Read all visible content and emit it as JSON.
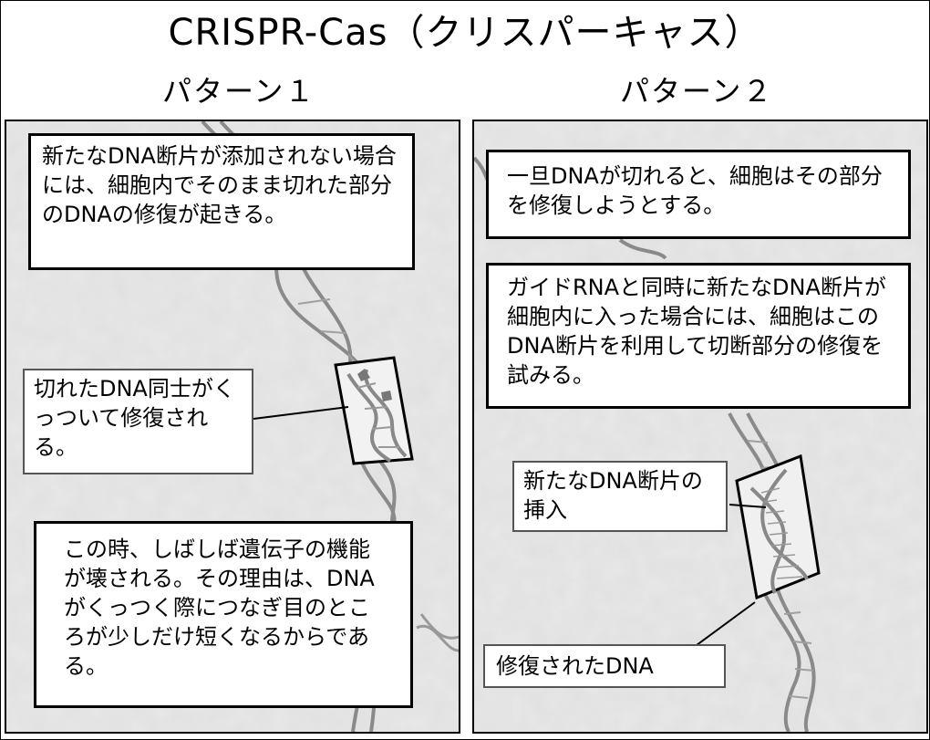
{
  "title": "CRISPR-Cas（クリスパーキャス）",
  "pattern1": {
    "heading": "パターン１",
    "box_top": "新たなDNA断片が添加されない場合には、細胞内でそのまま切れた部分のDNAの修復が起きる。",
    "label_repair": "切れたDNA同士がくっついて修復される。",
    "box_bottom": "この時、しばしば遺伝子の機能が壊される。その理由は、DNAがくっつく際につなぎ目のところが少しだけ短くなるからである。"
  },
  "pattern2": {
    "heading": "パターン２",
    "box_top": "一旦DNAが切れると、細胞はその部分を修復しようとする。",
    "box_middle": "ガイドRNAと同時に新たなDNA断片が細胞内に入った場合には、細胞はこのDNA断片を利用して切断部分の修復を試みる。",
    "label_insert": "新たなDNA断片の挿入",
    "label_repaired": "修復されたDNA"
  }
}
